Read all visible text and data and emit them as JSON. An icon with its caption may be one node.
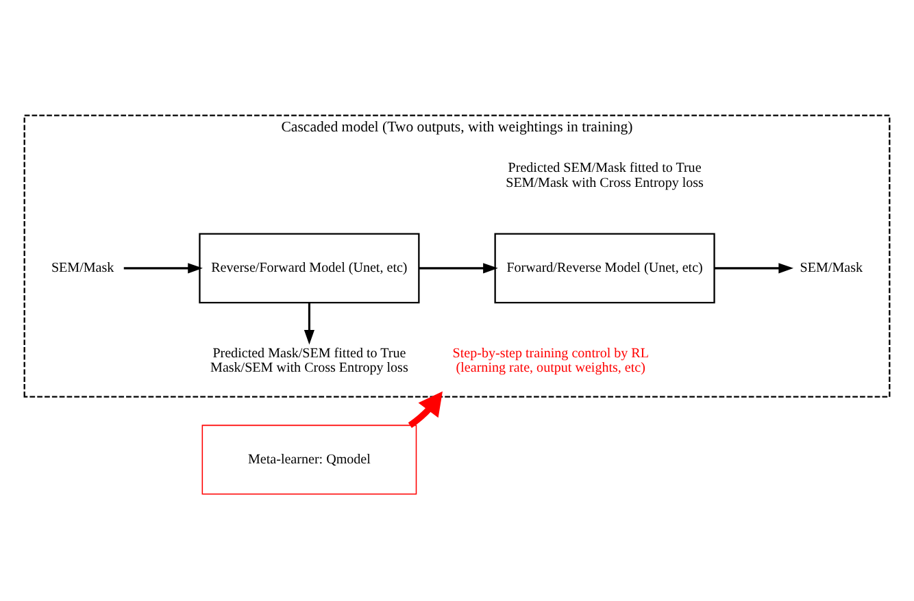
{
  "diagram": {
    "nodes": [
      {
        "text": [
          "Cascaded model (Two outputs, with weightings in training)"
        ]
      },
      {
        "text": [
          "SEM/Mask"
        ],
        "in": 0
      },
      {
        "text": [
          "Reverse/Forward Model (Unet, etc)"
        ],
        "in": 0
      },
      {
        "text": [
          "Forward/Reverse Model (Unet, etc)"
        ],
        "in": 0
      },
      {
        "text": [
          "SEM/Mask"
        ],
        "in": 0
      },
      {
        "text": [
          "Predicted Mask/SEM fitted to True Mask/SEM with Cross Entropy loss"
        ],
        "in": 0
      },
      {
        "text": [
          "Meta-learner: Qmodel"
        ]
      }
    ],
    "edges": [
      {
        "from": 1,
        "to": 2,
        "arrow": "to"
      },
      {
        "from": 2,
        "to": 3,
        "arrow": "to"
      },
      {
        "from": 2,
        "to": 5,
        "arrow": "to"
      },
      {
        "from": 3,
        "to": 4,
        "arrow": "to"
      },
      {
        "from": 6,
        "to": 0,
        "arrow": "to",
        "label": "Step-by-step training control by RL (learning rate, output weights, etc)",
        "style": "thick",
        "color": "#ff0000"
      }
    ],
    "labels": [
      "Predicted SEM/Mask fitted to True SEM/Mask with Cross Entropy loss"
    ]
  }
}
